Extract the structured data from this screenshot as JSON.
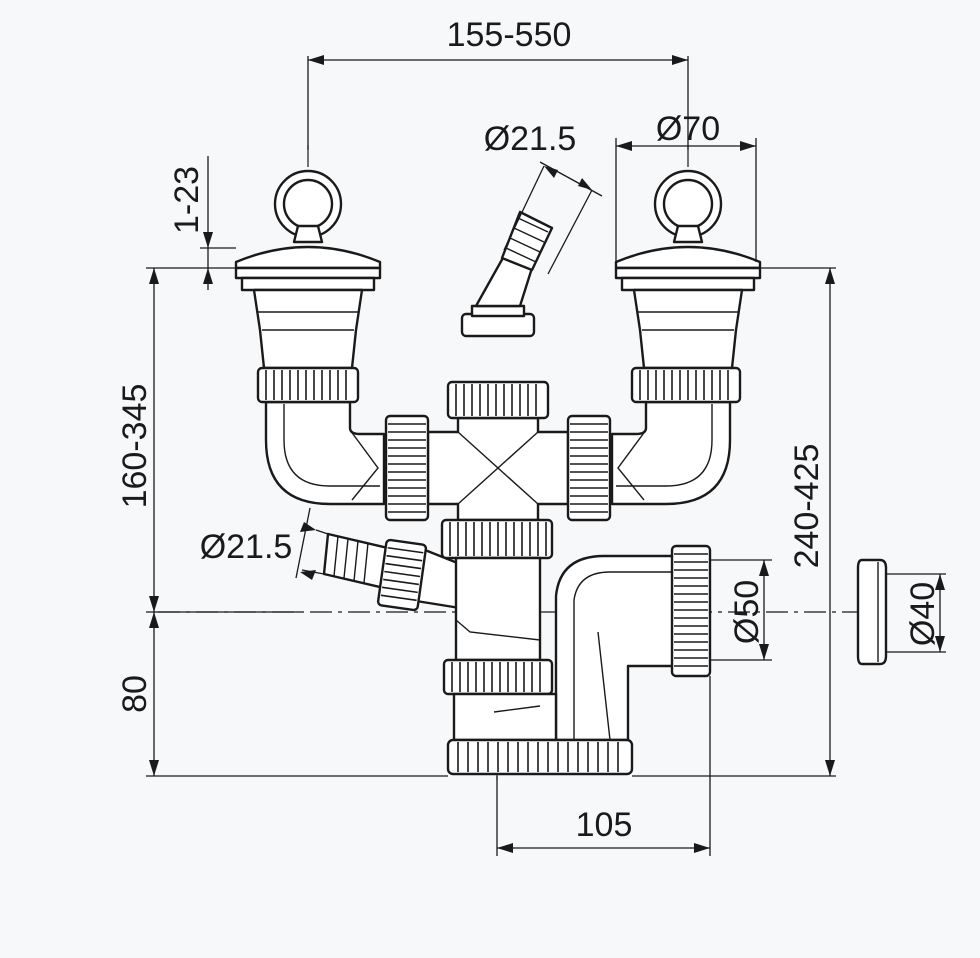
{
  "dimensions": {
    "top_spacing": "155-550",
    "overflow_hose_diameter": "Ø21.5",
    "basket_diameter": "Ø70",
    "overflow_height": "1-23",
    "left_height": "160-345",
    "side_hose_diameter": "Ø21.5",
    "total_height": "240-425",
    "outlet_diameter": "Ø50",
    "adapter_diameter": "Ø40",
    "trap_height": "80",
    "outlet_offset": "105"
  },
  "colors": {
    "background": "#f6f8fa",
    "line": "#1a1a1a",
    "fill": "#ffffff"
  }
}
